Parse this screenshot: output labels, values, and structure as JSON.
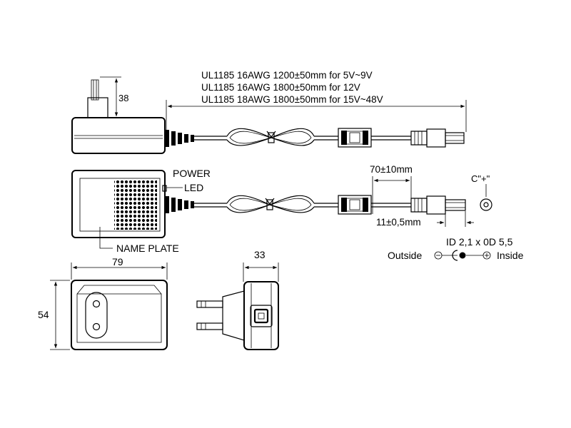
{
  "cable_spec": {
    "line1": "UL1185 16AWG 1200±50mm for 5V~9V",
    "line2": "UL1185 16AWG 1800±50mm for 12V",
    "line3": "UL1185 18AWG 1800±50mm for 15V~48V"
  },
  "labels": {
    "power": "POWER",
    "led": "LED",
    "name_plate": "NAME PLATE",
    "c_plus": "C\"+\"",
    "connector_id": "ID 2,1 x 0D 5,5",
    "outside": "Outside",
    "inside": "Inside"
  },
  "dimensions": {
    "height_side": "38",
    "length_plug": "70±10mm",
    "plug_tip": "11±0,5mm",
    "width_front": "79",
    "height_front": "54",
    "depth_side": "33"
  }
}
